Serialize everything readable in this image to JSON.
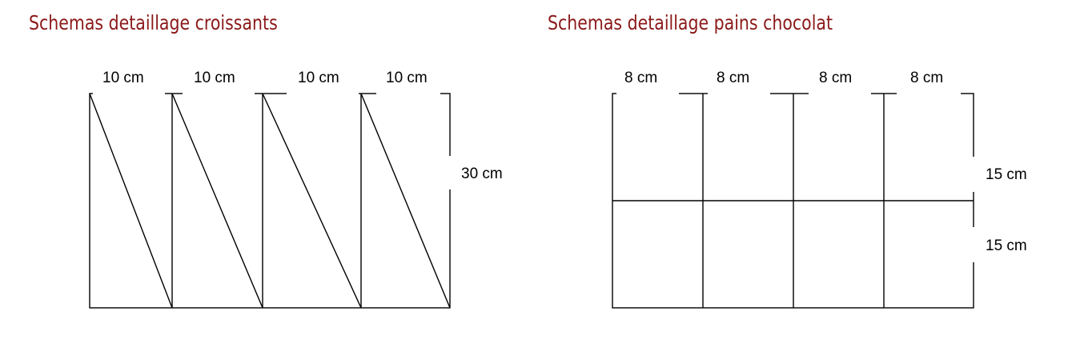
{
  "colors": {
    "title": "#8b1a1a",
    "lines": "#000000",
    "background": "#ffffff"
  },
  "croissants": {
    "title": "Schemas detaillage croissants",
    "column_labels": [
      "10 cm",
      "10 cm",
      "10 cm",
      "10 cm"
    ],
    "height_label": "30 cm"
  },
  "pains_chocolat": {
    "title": "Schemas detaillage pains chocolat",
    "column_labels": [
      "8 cm",
      "8 cm",
      "8 cm",
      "8 cm"
    ],
    "row_labels": [
      "15 cm",
      "15 cm"
    ]
  }
}
